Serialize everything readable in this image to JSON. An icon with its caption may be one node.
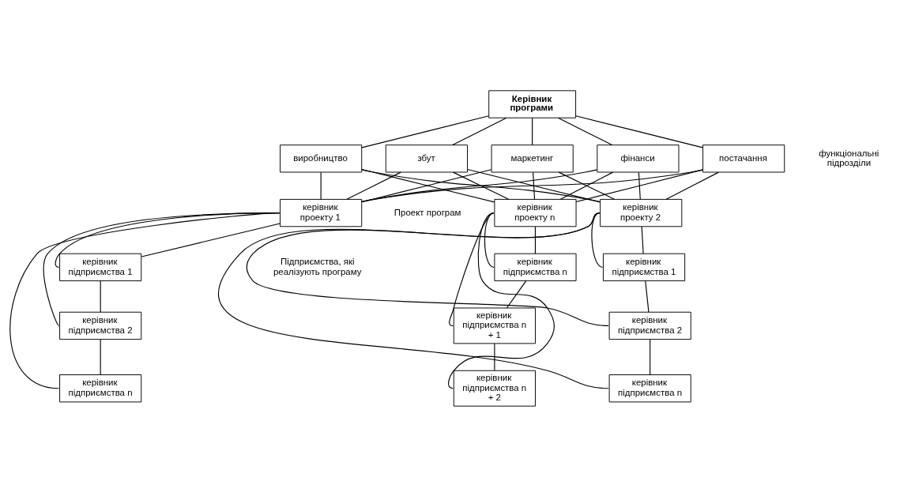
{
  "diagram": {
    "nodes": [
      {
        "text": [
          "Керівник програми"
        ]
      },
      {
        "text": [
          "фінанси"
        ]
      },
      {
        "text": [
          "постачання"
        ]
      },
      {
        "text": [
          "виробництво"
        ]
      },
      {
        "text": [
          "збут"
        ]
      },
      {
        "text": [
          "маркетинг"
        ]
      },
      {
        "text": [
          "керівник проекту 1"
        ]
      },
      {
        "text": [
          "керівник проекту 2"
        ]
      },
      {
        "text": [
          "керівник проекту n"
        ]
      },
      {
        "text": [
          "керівник підприємства 1"
        ]
      },
      {
        "text": [
          "керівник підприємства 2"
        ]
      },
      {
        "text": [
          "керівник підприємства n"
        ]
      },
      {
        "text": [
          "керівник підприємства 1"
        ]
      },
      {
        "text": [
          "керівник підприємства 2"
        ]
      },
      {
        "text": [
          "керівник підприємства n"
        ]
      },
      {
        "text": [
          "керівник підприємства n"
        ]
      },
      {
        "text": [
          "керівник підприємства n + 1"
        ]
      },
      {
        "text": [
          "керівник підприємства n + 2"
        ]
      }
    ],
    "edges": [
      {
        "from": 0,
        "to": 1,
        "arrow": "none"
      },
      {
        "from": 0,
        "to": 2,
        "arrow": "none"
      },
      {
        "from": 0,
        "to": 3,
        "arrow": "none"
      },
      {
        "from": 0,
        "to": 4,
        "arrow": "none"
      },
      {
        "from": 0,
        "to": 5,
        "arrow": "none"
      },
      {
        "from": 1,
        "to": 6,
        "arrow": "none"
      },
      {
        "from": 1,
        "to": 7,
        "arrow": "none"
      },
      {
        "from": 1,
        "to": 8,
        "arrow": "none"
      },
      {
        "from": 2,
        "to": 6,
        "arrow": "none"
      },
      {
        "from": 2,
        "to": 7,
        "arrow": "none"
      },
      {
        "from": 2,
        "to": 8,
        "arrow": "none"
      },
      {
        "from": 3,
        "to": 6,
        "arrow": "none"
      },
      {
        "from": 3,
        "to": 7,
        "arrow": "none"
      },
      {
        "from": 3,
        "to": 8,
        "arrow": "none"
      },
      {
        "from": 4,
        "to": 6,
        "arrow": "none"
      },
      {
        "from": 4,
        "to": 7,
        "arrow": "none"
      },
      {
        "from": 4,
        "to": 8,
        "arrow": "none"
      },
      {
        "from": 5,
        "to": 6,
        "arrow": "none"
      },
      {
        "from": 5,
        "to": 7,
        "arrow": "none"
      },
      {
        "from": 5,
        "to": 8,
        "arrow": "none"
      },
      {
        "from": 6,
        "to": 9,
        "arrow": "none"
      },
      {
        "from": 9,
        "to": 10,
        "arrow": "none"
      },
      {
        "from": 10,
        "to": 11,
        "arrow": "none"
      },
      {
        "from": 6,
        "to": 9,
        "arrow": "none"
      },
      {
        "from": 6,
        "to": 10,
        "arrow": "none"
      },
      {
        "from": 6,
        "to": 11,
        "arrow": "none"
      },
      {
        "from": 7,
        "to": 12,
        "arrow": "none"
      },
      {
        "from": 12,
        "to": 13,
        "arrow": "none"
      },
      {
        "from": 13,
        "to": 14,
        "arrow": "none"
      },
      {
        "from": 7,
        "to": 12,
        "arrow": "none"
      },
      {
        "from": 7,
        "to": 13,
        "arrow": "none"
      },
      {
        "from": 7,
        "to": 14,
        "arrow": "none"
      },
      {
        "from": 8,
        "to": 15,
        "arrow": "none"
      },
      {
        "from": 15,
        "to": 16,
        "arrow": "none"
      },
      {
        "from": 16,
        "to": 17,
        "arrow": "none"
      },
      {
        "from": 8,
        "to": 15,
        "arrow": "none"
      },
      {
        "from": 8,
        "to": 16,
        "arrow": "none"
      },
      {
        "from": 8,
        "to": 17,
        "arrow": "none"
      }
    ],
    "labels": [
      "функціональні підрозділи",
      "Проект програм",
      "Підприємства, які реалізують програму"
    ]
  }
}
